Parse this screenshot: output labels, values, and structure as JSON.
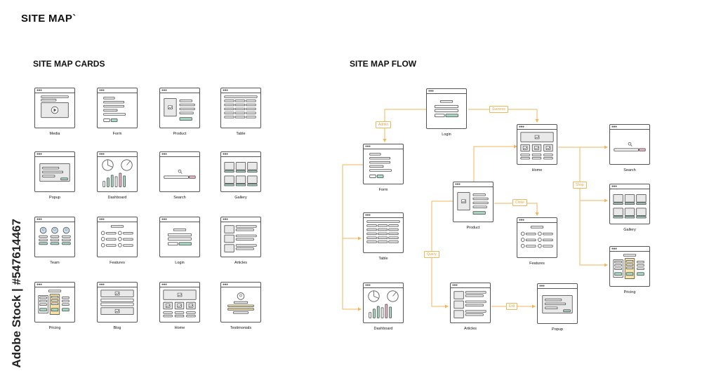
{
  "page_title": "SITE MAP`",
  "cards_section": {
    "title": "SITE MAP CARDS",
    "cards": [
      {
        "label": "Media",
        "wire": "media"
      },
      {
        "label": "Form",
        "wire": "form"
      },
      {
        "label": "Product",
        "wire": "product"
      },
      {
        "label": "Table",
        "wire": "table"
      },
      {
        "label": "Popup",
        "wire": "popup"
      },
      {
        "label": "Dashboard",
        "wire": "dashboard"
      },
      {
        "label": "Search",
        "wire": "search"
      },
      {
        "label": "Gallery",
        "wire": "gallery"
      },
      {
        "label": "Team",
        "wire": "team"
      },
      {
        "label": "Features",
        "wire": "features"
      },
      {
        "label": "Login",
        "wire": "login"
      },
      {
        "label": "Articles",
        "wire": "articles"
      },
      {
        "label": "Pricing",
        "wire": "pricing"
      },
      {
        "label": "Blog",
        "wire": "blog"
      },
      {
        "label": "Home",
        "wire": "home"
      },
      {
        "label": "Testimonials",
        "wire": "testimonials"
      }
    ]
  },
  "flow_section": {
    "title": "SITE MAP FLOW",
    "nodes": [
      {
        "id": "login",
        "label": "Login",
        "wire": "login"
      },
      {
        "id": "home",
        "label": "Home",
        "wire": "home"
      },
      {
        "id": "form",
        "label": "Form",
        "wire": "form"
      },
      {
        "id": "table",
        "label": "Table",
        "wire": "table"
      },
      {
        "id": "dashboard",
        "label": "Dashboard",
        "wire": "dashboard"
      },
      {
        "id": "product",
        "label": "Product",
        "wire": "product"
      },
      {
        "id": "features",
        "label": "Features",
        "wire": "features"
      },
      {
        "id": "articles",
        "label": "Articles",
        "wire": "articles"
      },
      {
        "id": "popup",
        "label": "Popup",
        "wire": "popup"
      },
      {
        "id": "search",
        "label": "Search",
        "wire": "search"
      },
      {
        "id": "gallery",
        "label": "Gallery",
        "wire": "gallery"
      },
      {
        "id": "pricing",
        "label": "Pricing",
        "wire": "pricing"
      }
    ],
    "edge_labels": {
      "success": "Success",
      "admin": "Admin",
      "shop": "Shop",
      "close": "Close",
      "query": "Query",
      "exit": "Exit"
    }
  },
  "watermark": "Adobe Stock | #547614467",
  "colors": {
    "flow": "#f2b65a",
    "green": "#a8dcc4",
    "pink": "#f0b8c4",
    "yellow": "#f7e3a3",
    "line": "#555555"
  }
}
